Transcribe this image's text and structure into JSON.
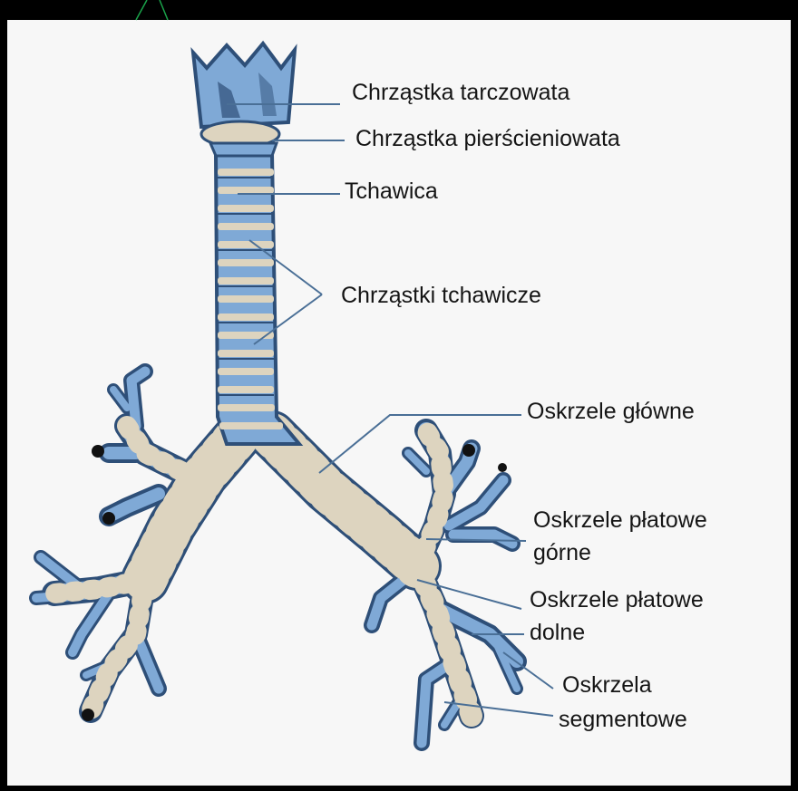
{
  "labels": {
    "thyroid": "Chrząstka tarczowata",
    "cricoid": "Chrząstka pierścieniowata",
    "trachea": "Tchawica",
    "tracheal_cartilages": "Chrząstki tchawicze",
    "main_bronchus": "Oskrzele główne",
    "upper_lobar_1": "Oskrzele płatowe",
    "upper_lobar_2": "górne",
    "lower_lobar_1": "Oskrzele płatowe",
    "lower_lobar_2": "dolne",
    "segmental_1": "Oskrzela",
    "segmental_2": "segmentowe"
  },
  "colors": {
    "background": "#000000",
    "panel": "#f7f7f7",
    "airway_blue": "#7fa9d6",
    "airway_dark": "#2e4f78",
    "cartilage": "#ddd4bf",
    "leader_line": "#4a6f96",
    "text": "#151515",
    "corner_stroke": "#1aa34a"
  }
}
